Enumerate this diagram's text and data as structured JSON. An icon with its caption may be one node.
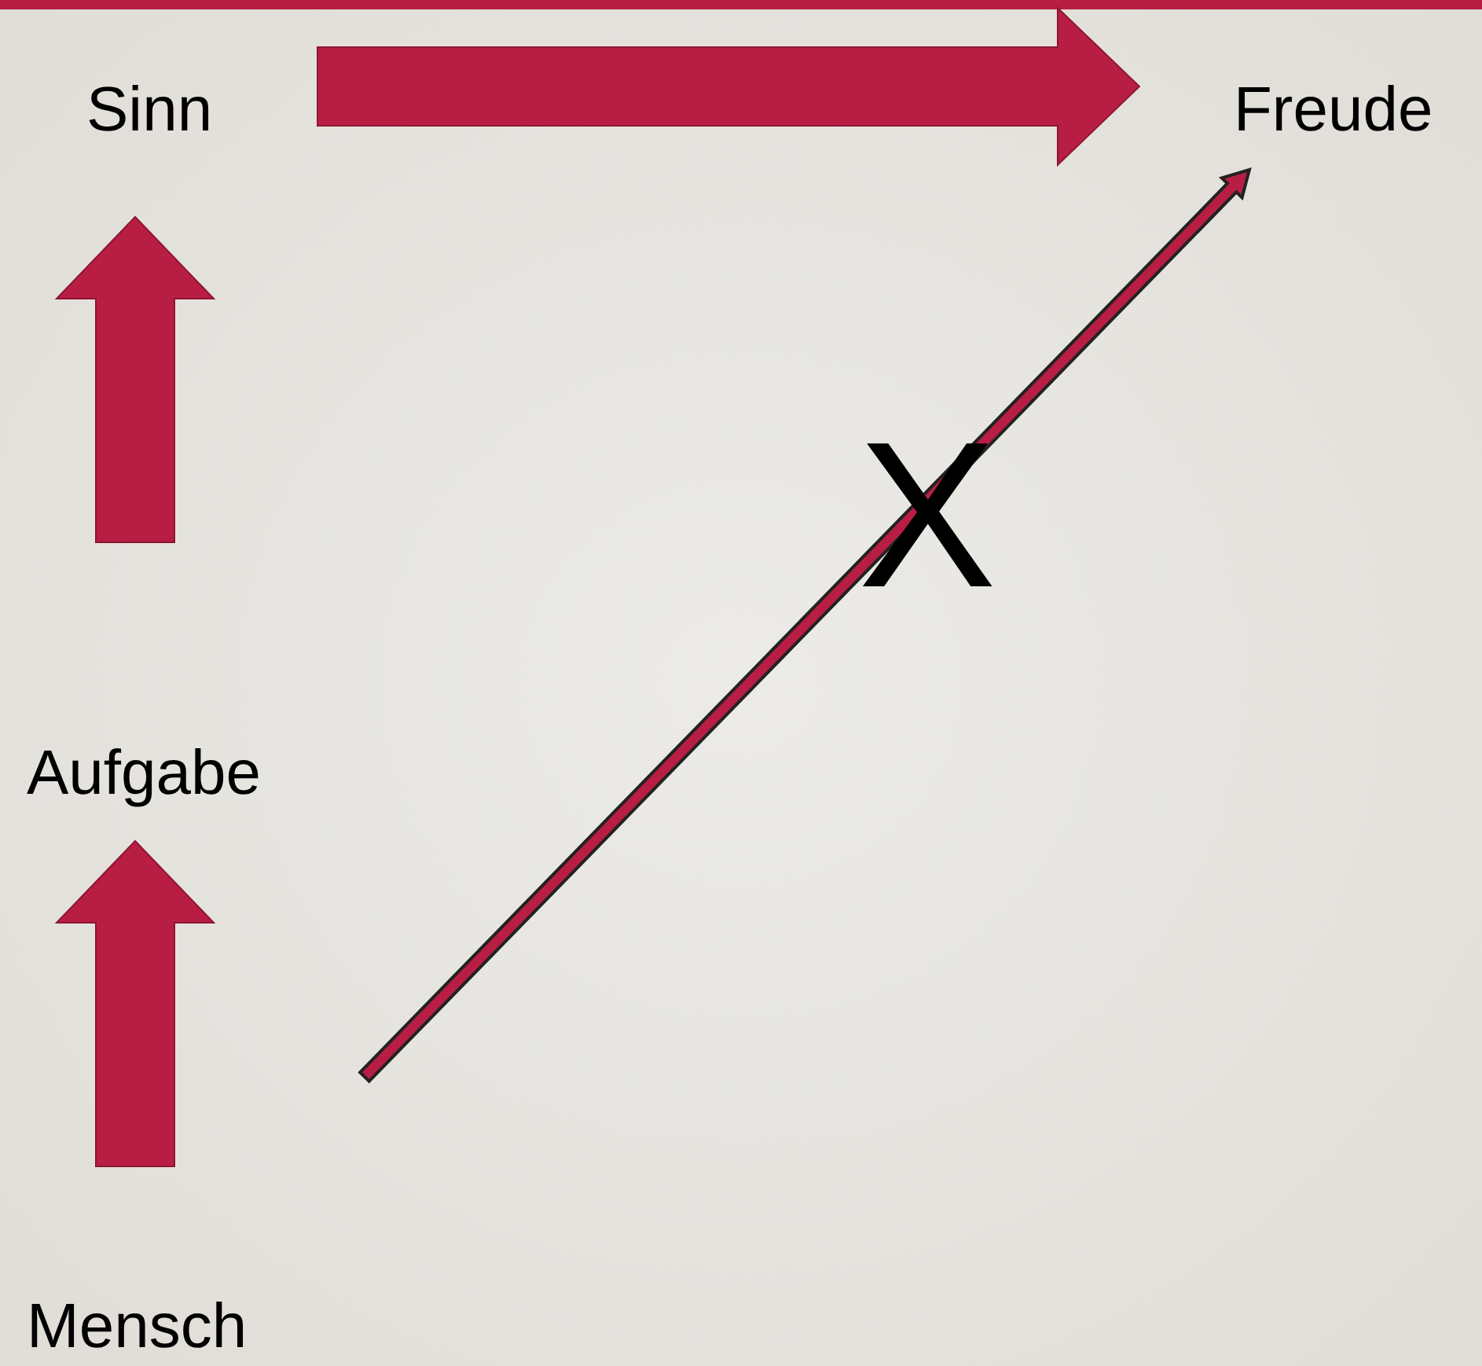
{
  "diagram": {
    "nodes": [
      {
        "text": [
          "Sinn"
        ]
      },
      {
        "text": [
          "Freude"
        ]
      },
      {
        "text": [
          "Aufgabe"
        ]
      },
      {
        "text": [
          "Mensch"
        ]
      }
    ],
    "edges": [
      {
        "from": 0,
        "to": 1,
        "arrow": "to",
        "style": "thick"
      },
      {
        "from": 2,
        "to": 0,
        "arrow": "to",
        "style": "thick"
      },
      {
        "from": 3,
        "to": 2,
        "arrow": "to",
        "style": "thick"
      },
      {
        "from": 3,
        "to": 1,
        "arrow": "to",
        "label": "X"
      }
    ]
  }
}
